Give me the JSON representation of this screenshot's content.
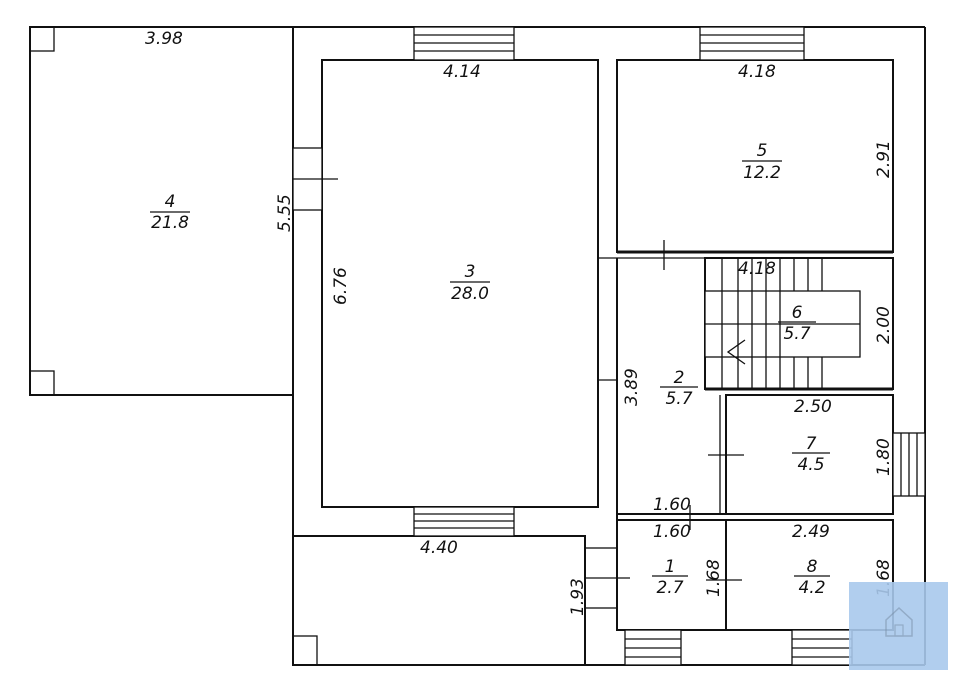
{
  "rooms": [
    {
      "id": "room-4",
      "number": "4",
      "area": "21.8"
    },
    {
      "id": "room-3",
      "number": "3",
      "area": "28.0"
    },
    {
      "id": "room-5",
      "number": "5",
      "area": "12.2"
    },
    {
      "id": "room-6",
      "number": "6",
      "area": "5.7"
    },
    {
      "id": "room-2",
      "number": "2",
      "area": "5.7"
    },
    {
      "id": "room-7",
      "number": "7",
      "area": "4.5"
    },
    {
      "id": "room-1",
      "number": "1",
      "area": "2.7"
    },
    {
      "id": "room-8",
      "number": "8",
      "area": "4.2"
    }
  ],
  "dimensions": {
    "room4_top": "3.98",
    "room3_top": "4.14",
    "room5_top": "4.18",
    "left_wall": "5.55",
    "room3_height": "6.76",
    "room5_height": "2.91",
    "room6_top": "4.18",
    "room6_height": "2.00",
    "room2_height": "3.89",
    "room7_top": "2.50",
    "room7_height": "1.80",
    "room2_bottom": "1.60",
    "room1_top": "1.60",
    "room8_top": "2.49",
    "bottom_left_top": "4.40",
    "bottom_left_height": "1.93",
    "room1_height": "1.68",
    "room8_height": "1.68"
  },
  "colors": {
    "line": "#111111",
    "watermark": "#a9c9ec"
  },
  "watermark_icon": "house-icon"
}
